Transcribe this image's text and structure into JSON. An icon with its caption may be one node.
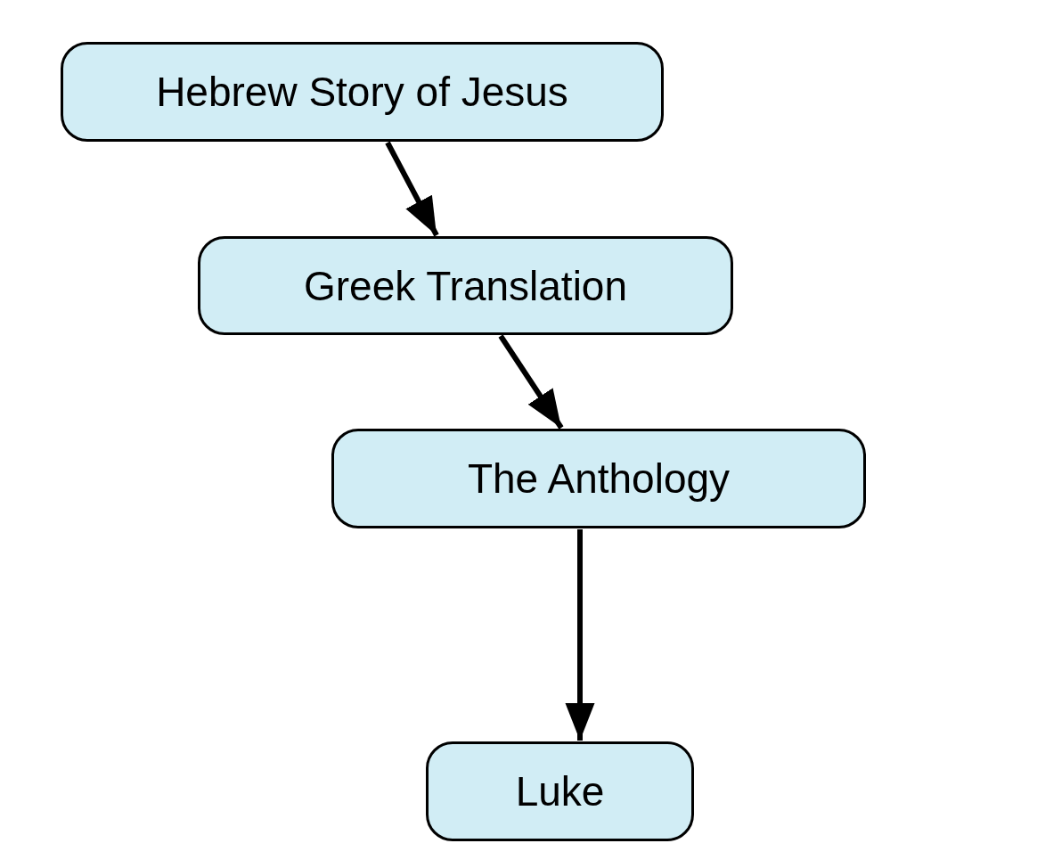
{
  "diagram": {
    "nodes": [
      {
        "text": [
          "Hebrew Story of Jesus"
        ]
      },
      {
        "text": [
          "Greek Translation"
        ]
      },
      {
        "text": [
          "The Anthology"
        ]
      },
      {
        "text": [
          "Luke"
        ]
      }
    ],
    "edges": [
      {
        "from": 0,
        "to": 1,
        "arrow": "to"
      },
      {
        "from": 1,
        "to": 2,
        "arrow": "to"
      },
      {
        "from": 2,
        "to": 3,
        "arrow": "to"
      }
    ]
  }
}
